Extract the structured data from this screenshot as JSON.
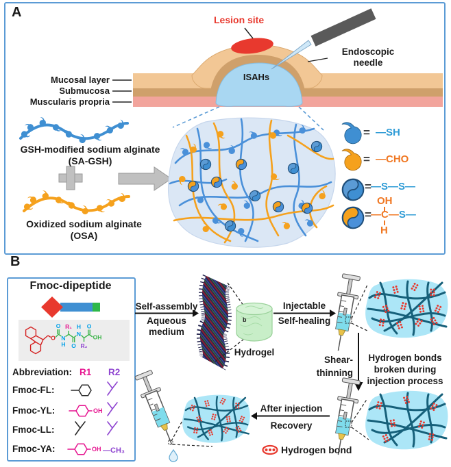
{
  "colors": {
    "frame_blue": "#5b9bd5",
    "red": "#e8392e",
    "chain_blue": "#3f8fd2",
    "chain_orange": "#f5a11d",
    "legend_blue": "#2e9bd6",
    "legend_orange": "#f07722",
    "tissue_tan": "#f2c795",
    "tissue_brown": "#cfa06b",
    "tissue_pink": "#f2a49c",
    "isahs_blue": "#a9d7f2",
    "teal_strand": "#16607a",
    "blob_cyan": "#ace6f7",
    "hydrogel_green": "#c8eec8",
    "magenta": "#e6138f",
    "purple": "#8e44d0",
    "chem_green": "#3cb44a",
    "chem_blue": "#00a0e8"
  },
  "panel_a": {
    "label": "A",
    "lesion_site": "Lesion site",
    "needle_label_1": "Endoscopic",
    "needle_label_2": "needle",
    "isahs": "ISAHs",
    "layer_1": "Mucosal layer",
    "layer_2": "Submucosa",
    "layer_3": "Muscularis propria",
    "sa_gsh_1": "GSH-modified sodium alginate",
    "sa_gsh_2": "(SA-GSH)",
    "osa_1": "Oxidized sodium alginate",
    "osa_2": "(OSA)",
    "legend": {
      "eq": "=",
      "sh": "—SH",
      "cho": "—CHO",
      "ss": "—S—S—",
      "oh": "OH",
      "c_part": "—C—",
      "s_part": "S—",
      "h": "H"
    }
  },
  "panel_b": {
    "label": "B",
    "fmoc": {
      "title": "Fmoc-dipeptide",
      "abbreviation": "Abbreviation:",
      "r1_header": "R1",
      "r2_header": "R2",
      "rows": [
        {
          "name": "Fmoc-FL:"
        },
        {
          "name": "Fmoc-YL:"
        },
        {
          "name": "Fmoc-LL:"
        },
        {
          "name": "Fmoc-YA:"
        }
      ],
      "ch3": "—CH₃",
      "oh": "OH",
      "structure": {
        "o": "O",
        "n": "N",
        "h": "H",
        "r1": "R₁",
        "r2": "R₂",
        "oh": "OH"
      }
    },
    "steps": {
      "self_assembly": "Self-assembly",
      "aqueous": "Aqueous",
      "medium": "medium",
      "hydrogel": "Hydrogel",
      "b_marker": "b",
      "injectable": "Injectable",
      "self_healing": "Self-healing",
      "shear_1": "Shear-",
      "shear_2": "thinning",
      "broken_1": "Hydrogen bonds",
      "broken_2": "broken during",
      "broken_3": "injection process",
      "after_injection": "After injection",
      "recovery": "Recovery",
      "hbond": "Hydrogen bond"
    }
  }
}
